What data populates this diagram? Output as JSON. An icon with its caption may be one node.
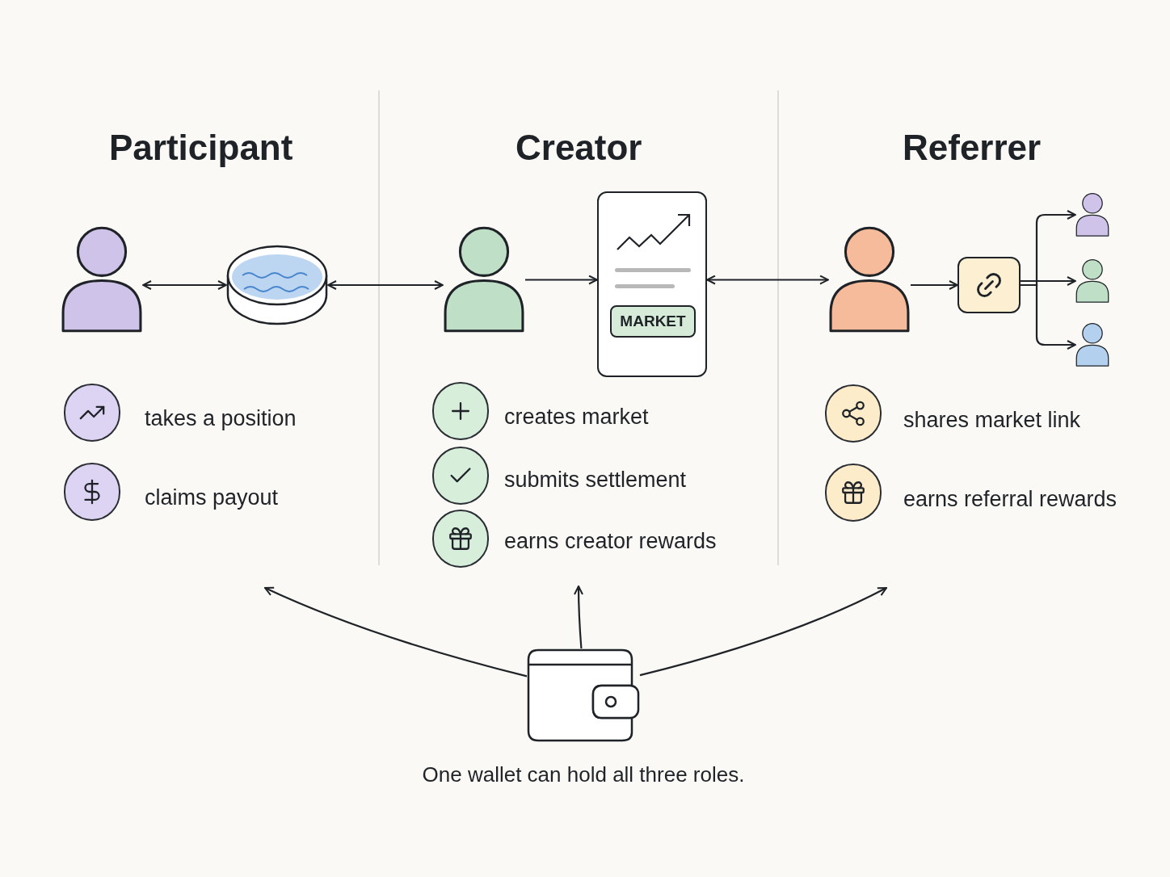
{
  "diagram": {
    "nodes": [
      {
        "text": [],
        "shape": "person"
      },
      {
        "text": [],
        "shape": "cylinder"
      },
      {
        "text": [],
        "shape": "person"
      },
      {
        "text": [
          "MARKET"
        ]
      },
      {
        "text": [],
        "shape": "person"
      },
      {
        "text": [],
        "shape": "box"
      },
      {
        "text": [],
        "shape": "person"
      },
      {
        "text": [],
        "shape": "person"
      },
      {
        "text": [],
        "shape": "person"
      },
      {
        "text": [],
        "shape": "picture"
      }
    ],
    "caption": "One wallet can hold all three roles.",
    "edges": [
      {
        "from": 0,
        "to": 1,
        "arrow": "both"
      },
      {
        "from": 1,
        "to": 2,
        "arrow": "both"
      },
      {
        "from": 2,
        "to": 3,
        "arrow": "to"
      },
      {
        "from": 3,
        "to": 4,
        "arrow": "both"
      },
      {
        "from": 4,
        "to": 5,
        "arrow": "to"
      },
      {
        "from": 5,
        "to": 6,
        "arrow": "to"
      },
      {
        "from": 5,
        "to": 7,
        "arrow": "to"
      },
      {
        "from": 5,
        "to": 8,
        "arrow": "to"
      },
      {
        "from": 9,
        "to": null,
        "arrow": "to"
      },
      {
        "from": 9,
        "to": null,
        "arrow": "to"
      },
      {
        "from": 9,
        "to": null,
        "arrow": "to"
      }
    ],
    "labels": [
      "Participant",
      "Creator",
      "Referrer",
      "takes a position",
      "claims payout",
      "creates market",
      "submits settlement",
      "earns creator rewards",
      "shares market link",
      "earns referral rewards"
    ]
  }
}
